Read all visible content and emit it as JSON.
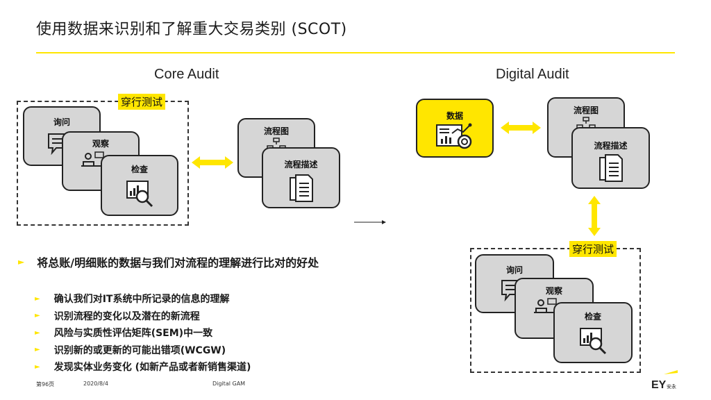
{
  "slide": {
    "title": "使用数据来识别和了解重大交易类别 (SCOT)"
  },
  "core_audit": {
    "heading": "Core Audit",
    "walkthrough_label": "穿行测试",
    "cards": {
      "inquiry": "询问",
      "observe": "观察",
      "inspect": "检查",
      "flowchart": "流程图",
      "process_desc": "流程描述"
    }
  },
  "digital_audit": {
    "heading": "Digital Audit",
    "data_card": "数据",
    "flowchart": "流程图",
    "process_desc": "流程描述",
    "walkthrough_label": "穿行测试",
    "cards": {
      "inquiry": "询问",
      "observe": "观察",
      "inspect": "检查"
    }
  },
  "bullets": {
    "main": "将总账/明细账的数据与我们对流程的理解进行比对的好处",
    "items": [
      "确认我们对IT系统中所记录的信息的理解",
      "识别流程的变化以及潜在的新流程",
      "风险与实质性评估矩阵(SEM)中一致",
      "识别新的或更新的可能出错项(WCGW)",
      "发现实体业务变化 (如新产品或者新销售渠道)"
    ]
  },
  "footer": {
    "page": "第96页",
    "date": "2020/8/4",
    "source": "Digital GAM"
  },
  "logo": {
    "text": "EY",
    "sub": "安永"
  },
  "colors": {
    "accent": "#ffe600",
    "card_fill": "#d6d6d6",
    "outline": "#222222"
  }
}
